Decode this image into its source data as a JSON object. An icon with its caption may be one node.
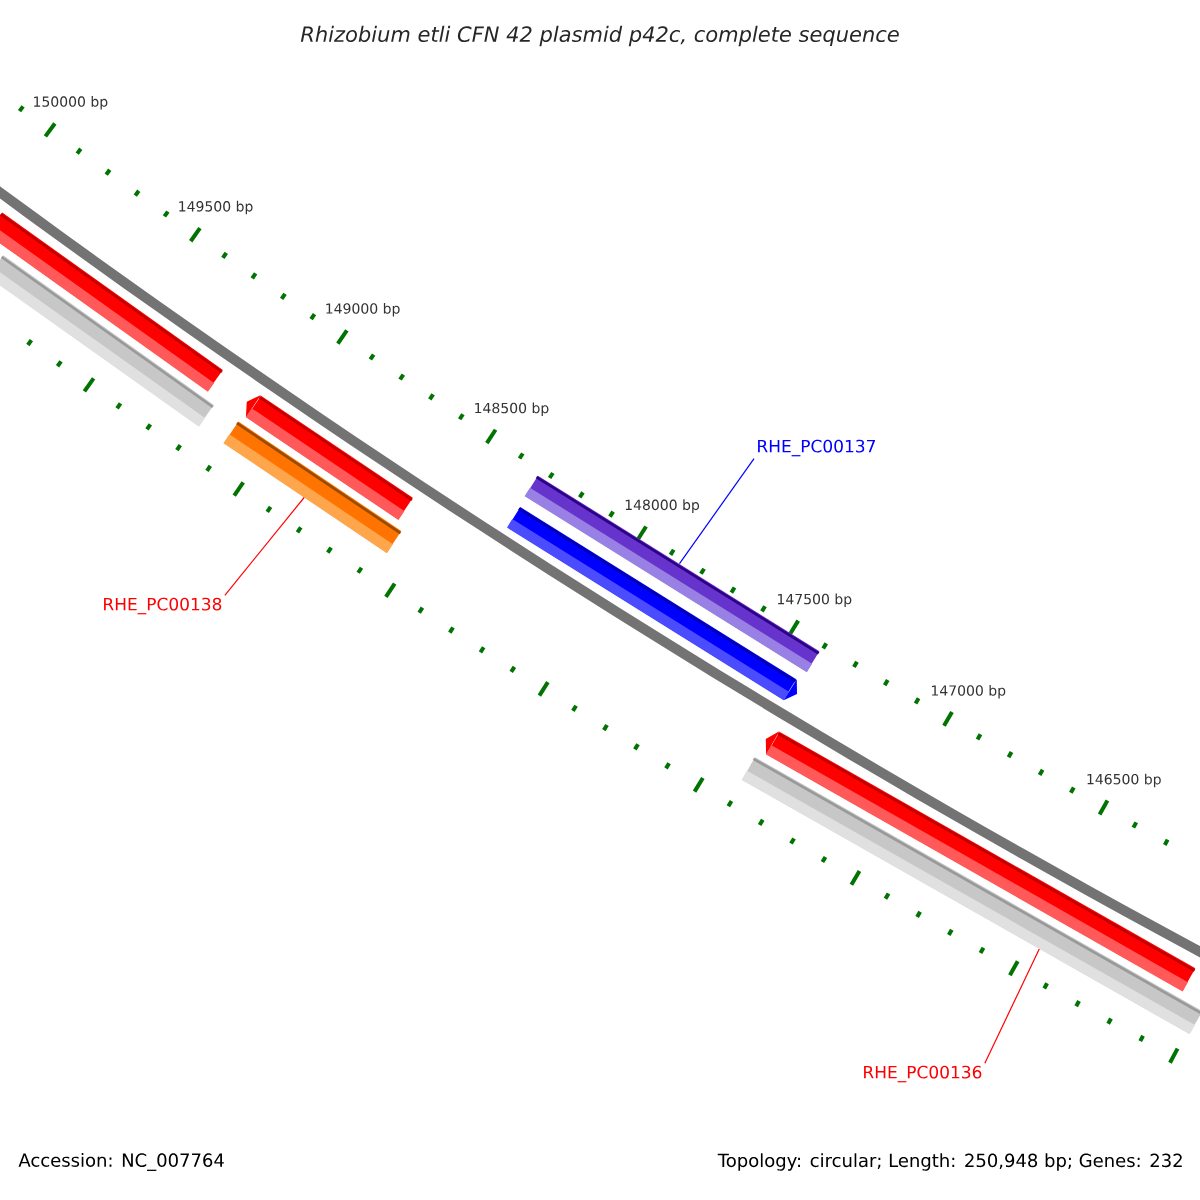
{
  "diagram": {
    "title": "Rhizobium etli CFN 42 plasmid p42c, complete sequence",
    "nodes": [
      {
        "text": [],
        "shape": "bar"
      },
      {
        "text": [],
        "shape": "bar"
      },
      {
        "text": [],
        "shape": "bar"
      },
      {
        "text": [],
        "shape": "bar"
      },
      {
        "text": [],
        "shape": "bar"
      },
      {
        "text": [],
        "shape": "bar"
      },
      {
        "text": [],
        "shape": "bar"
      },
      {
        "text": [],
        "shape": "bar"
      },
      {
        "text": [
          "RHE_PC00137"
        ]
      },
      {
        "text": [
          "RHE_PC00138"
        ]
      },
      {
        "text": [
          "RHE_PC00136"
        ]
      }
    ],
    "edges": [
      {
        "from": 8,
        "to": 5,
        "arrow": "none",
        "color": "#0000ff"
      },
      {
        "from": 9,
        "to": 3,
        "arrow": "none"
      },
      {
        "from": 10,
        "to": 7,
        "arrow": "none"
      }
    ],
    "labels": [
      "150000 bp",
      "149500 bp",
      "149000 bp",
      "148500 bp",
      "148000 bp",
      "147500 bp",
      "147000 bp",
      "146500 bp",
      "Accession: NC_007764",
      "Topology: circular; Length: 250,948 bp; Genes: 232"
    ]
  }
}
